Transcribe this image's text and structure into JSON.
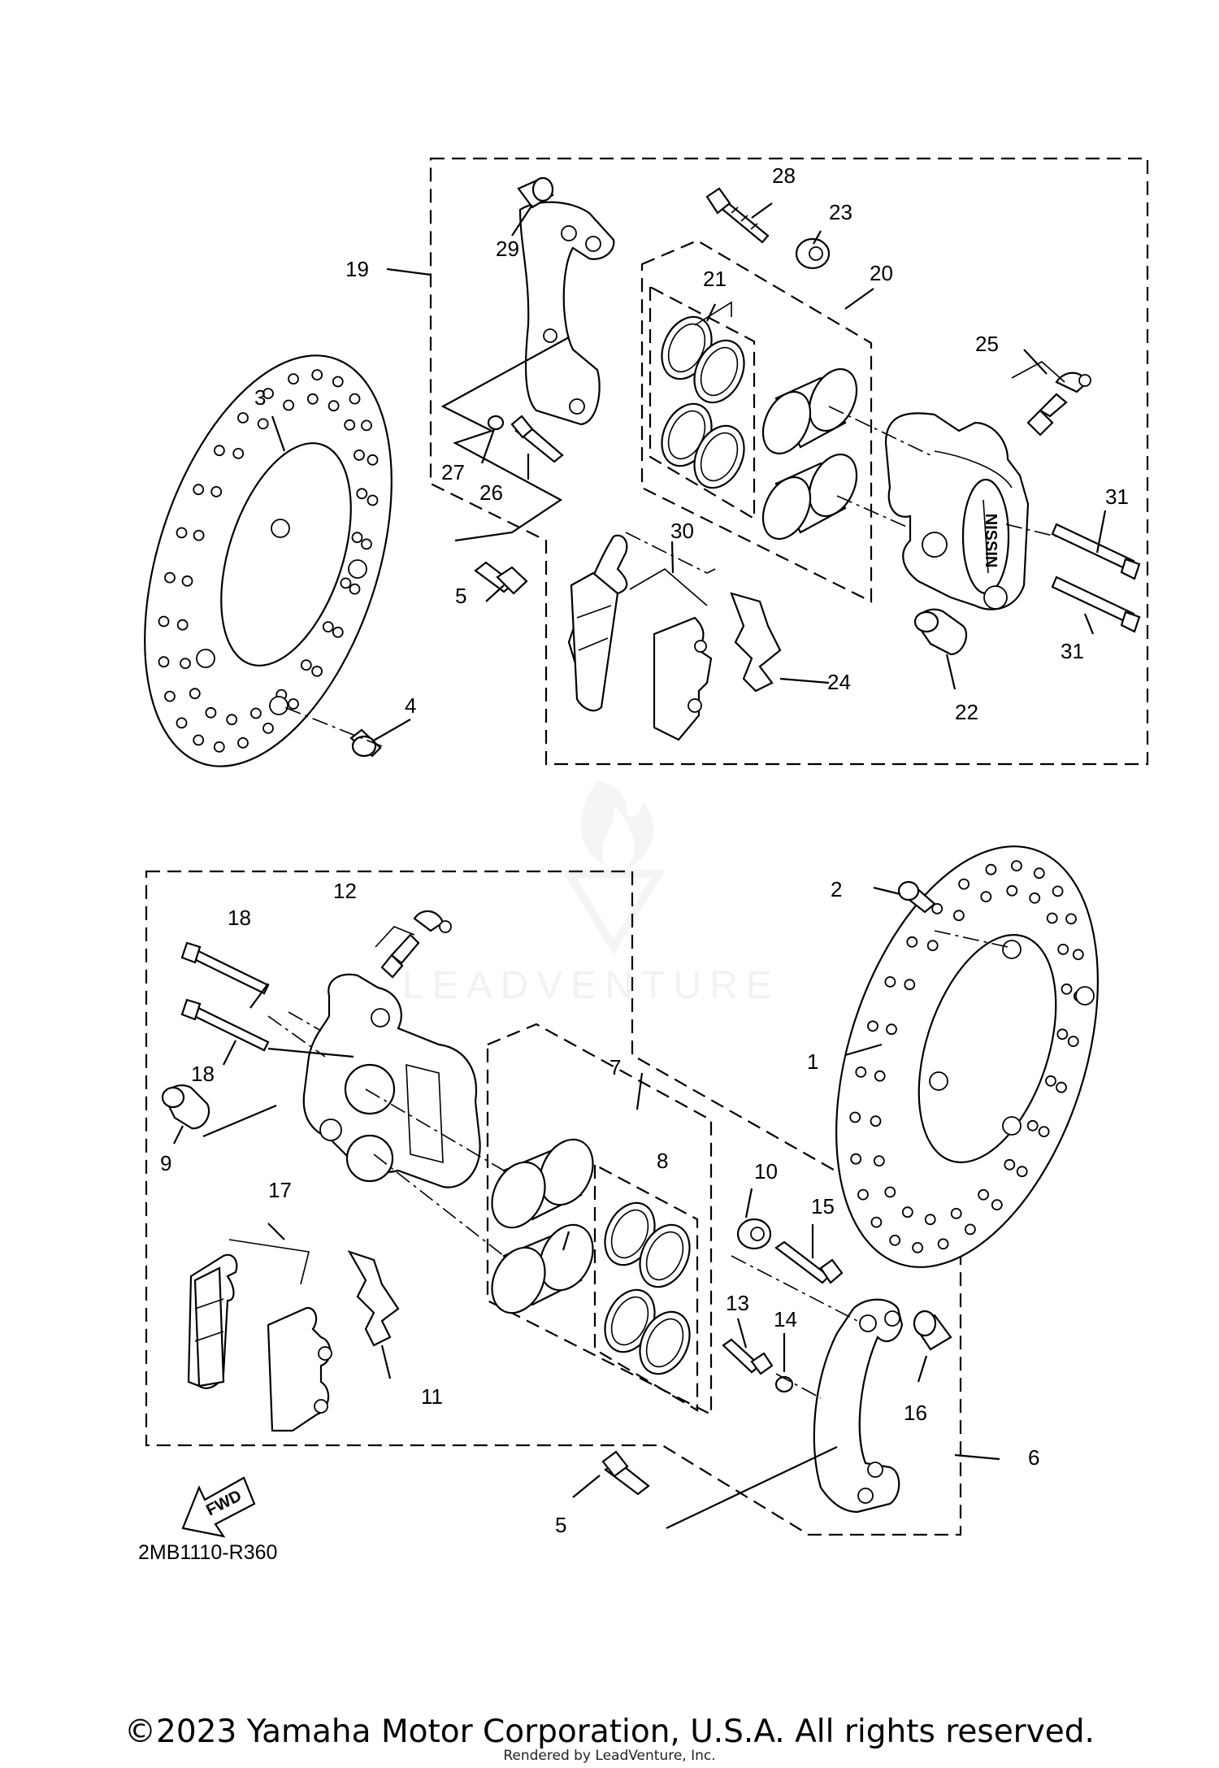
{
  "diagram": {
    "code": "2MB1110-R360",
    "fwd_label": "FWD",
    "watermark_text": "LEADVENTURE"
  },
  "callouts": {
    "p1": "1",
    "p2": "2",
    "p3": "3",
    "p4": "4",
    "p5a": "5",
    "p5b": "5",
    "p6": "6",
    "p7": "7",
    "p8": "8",
    "p9": "9",
    "p10": "10",
    "p11": "11",
    "p12": "12",
    "p13": "13",
    "p14": "14",
    "p15": "15",
    "p16": "16",
    "p17": "17",
    "p18a": "18",
    "p18b": "18",
    "p19": "19",
    "p20": "20",
    "p21": "21",
    "p22": "22",
    "p23": "23",
    "p24": "24",
    "p25": "25",
    "p26": "26",
    "p27": "27",
    "p28": "28",
    "p29": "29",
    "p30": "30",
    "p31a": "31",
    "p31b": "31"
  },
  "footer": {
    "copyright": "©2023 Yamaha Motor Corporation, U.S.A. All rights reserved.",
    "rendered_by": "Rendered by LeadVenture, Inc."
  }
}
